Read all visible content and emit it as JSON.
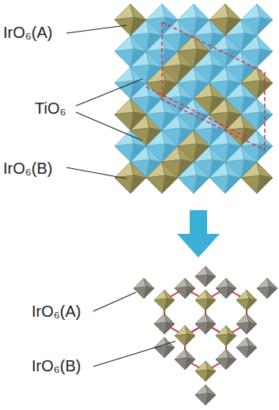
{
  "diagram": {
    "labels": [
      "IrO₆(A)",
      "TiO₆",
      "IrO₆(B)",
      "IrO₆(A)",
      "IrO₆(B)"
    ]
  }
}
